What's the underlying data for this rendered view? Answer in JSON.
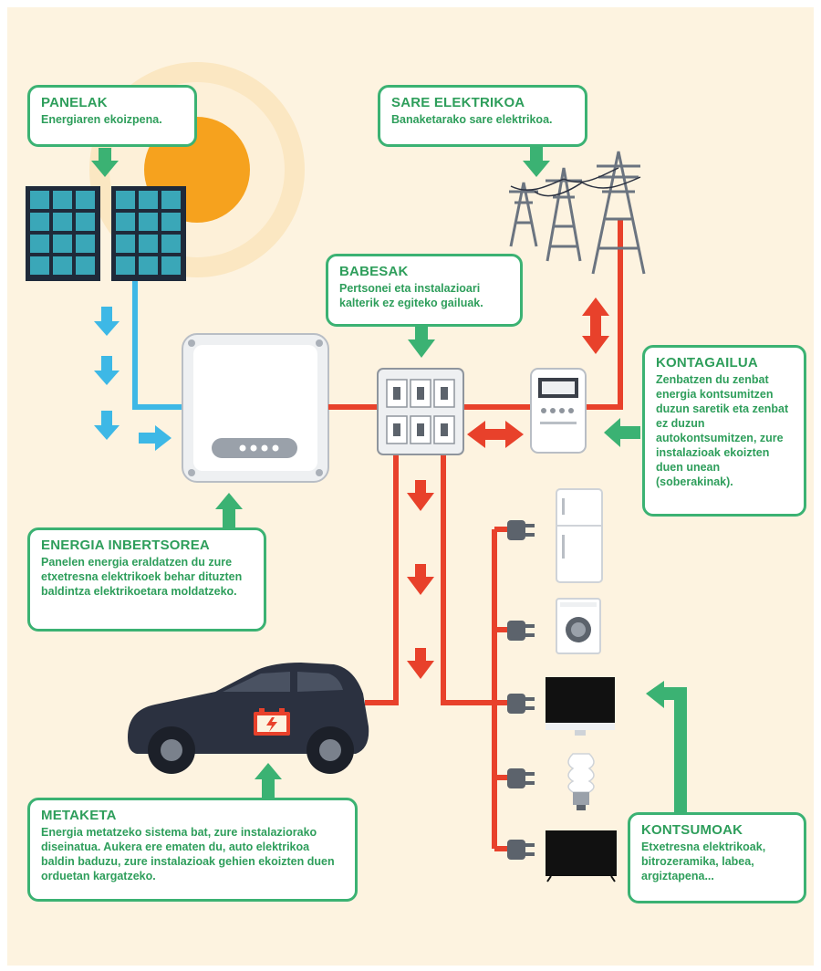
{
  "colors": {
    "green": "#3bb273",
    "red": "#e8412b",
    "blue": "#3db8e6",
    "background": "#fdf3e0",
    "sun": "#f6a21e",
    "car": "#2b3140"
  },
  "boxes": {
    "panelak": {
      "title": "PANELAK",
      "desc": "Energiaren ekoizpena."
    },
    "sare": {
      "title": "SARE ELEKTRIKOA",
      "desc": "Banaketarako sare elektrikoa."
    },
    "babesak": {
      "title": "BABESAK",
      "desc": "Pertsonei eta instalazioari kalterik ez egiteko gailuak."
    },
    "kontagailua": {
      "title": "KONTAGAILUA",
      "desc": "Zenbatzen du zenbat energia kontsumitzen duzun saretik eta zenbat ez duzun autokontsumitzen, zure instalazioak ekoizten duen unean (soberakinak)."
    },
    "inbertsorea": {
      "title": "ENERGIA INBERTSOREA",
      "desc": "Panelen energia eraldatzen du zure etxetresna elektrikoek behar dituzten baldintza elektrikoetara moldatzeko."
    },
    "metaketa": {
      "title": "METAKETA",
      "desc": "Energia metatzeko sistema bat, zure instalaziorako diseinatua. Aukera ere ematen du, auto elektrikoa baldin baduzu, zure instalazioak gehien ekoizten duen orduetan kargatzeko."
    },
    "kontsumoak": {
      "title": "KONTSUMOAK",
      "desc": "Etxetresna elektrikoak, bitrozeramika, labea, argiztapena..."
    }
  },
  "icons": [
    "sun-icon",
    "solar-panel-icon",
    "power-tower-icon",
    "inverter-icon",
    "breaker-box-icon",
    "meter-icon",
    "car-icon",
    "battery-icon",
    "plug-icon",
    "fridge-icon",
    "washing-machine-icon",
    "monitor-icon",
    "bulb-icon",
    "tv-icon"
  ]
}
